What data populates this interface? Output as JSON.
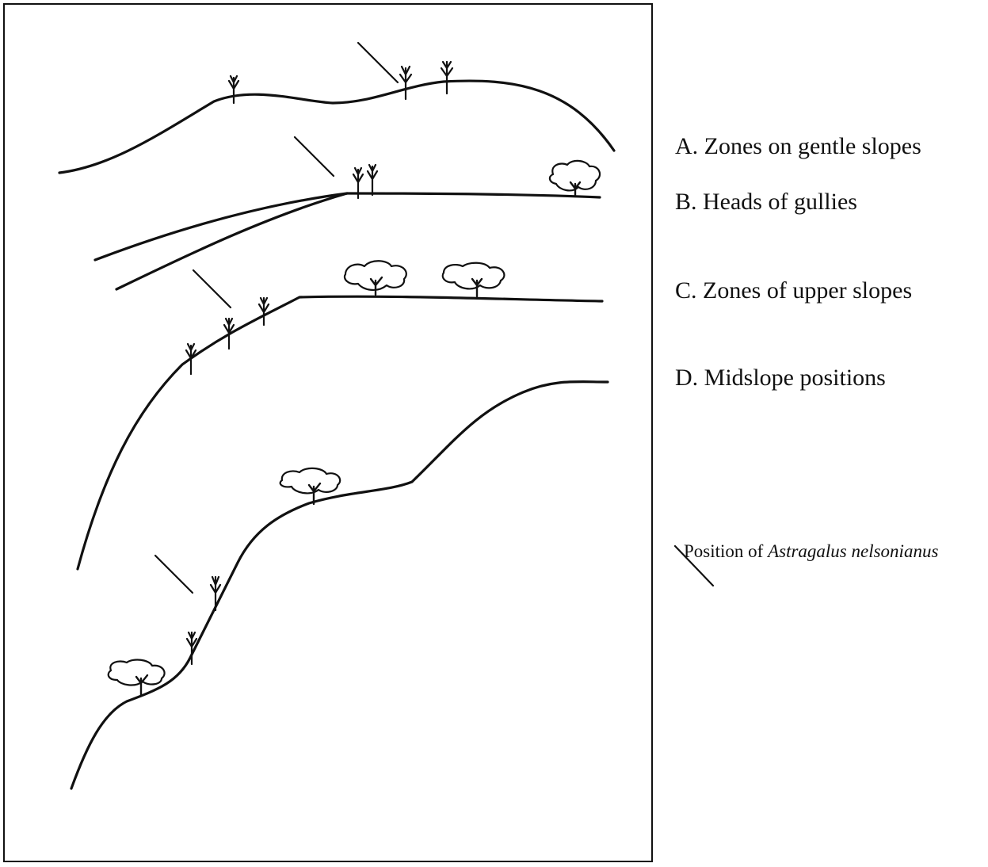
{
  "zones": {
    "a": "A. Zones on gentle slopes",
    "b": "B. Heads of gullies",
    "c": "C. Zones of upper slopes",
    "d": "D. Midslope positions"
  },
  "legend": {
    "prefix": "Position of ",
    "species": "Astragalus nelsonianus"
  }
}
